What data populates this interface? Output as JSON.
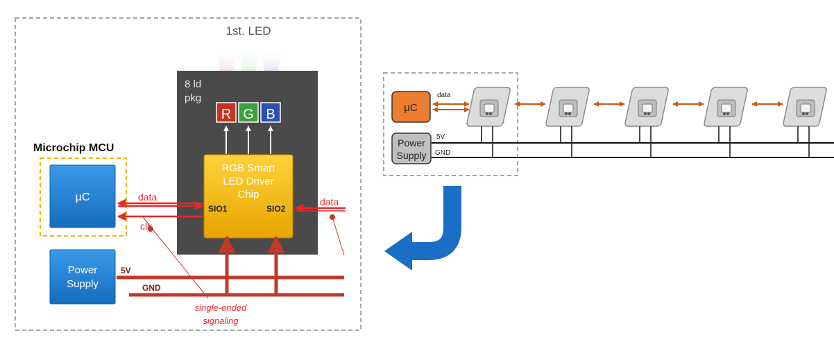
{
  "left_panel": {
    "led_title": "1st. LED",
    "package_label_line1": "8 ld",
    "package_label_line2": "pkg",
    "rgb_r": "R",
    "rgb_g": "G",
    "rgb_b": "B",
    "driver_line1": "RGB Smart",
    "driver_line2": "LED Driver",
    "driver_line3": "Chip",
    "sio1": "SIO1",
    "sio2": "SIO2",
    "mcu_heading": "Microchip MCU",
    "mcu_label": "µC",
    "data_label": "data",
    "clk_label": "clk",
    "data_label_right": "data",
    "power_line1": "Power",
    "power_line2": "Supply",
    "v5_label": "5V",
    "gnd_label": "GND",
    "note_line1": "single-ended",
    "note_line2": "signaling"
  },
  "right_panel": {
    "mcu_label": "µC",
    "data_label": "data",
    "power_line1": "Power",
    "power_line2": "Supply",
    "v5_label": "5V",
    "gnd_label": "GND",
    "led_count": 5
  },
  "colors": {
    "signal_red": "#e8262b",
    "power_red": "#c0392b",
    "mcu_blue": "#1e7fd2",
    "chip_yellow": "#f2b400",
    "package_gray": "#4a4a4a",
    "mcu_orange": "#ed7d31",
    "arrow_orange": "#c55a11",
    "flow_arrow_blue": "#1a6fc4",
    "dashed_gray": "#a6a6a6"
  }
}
